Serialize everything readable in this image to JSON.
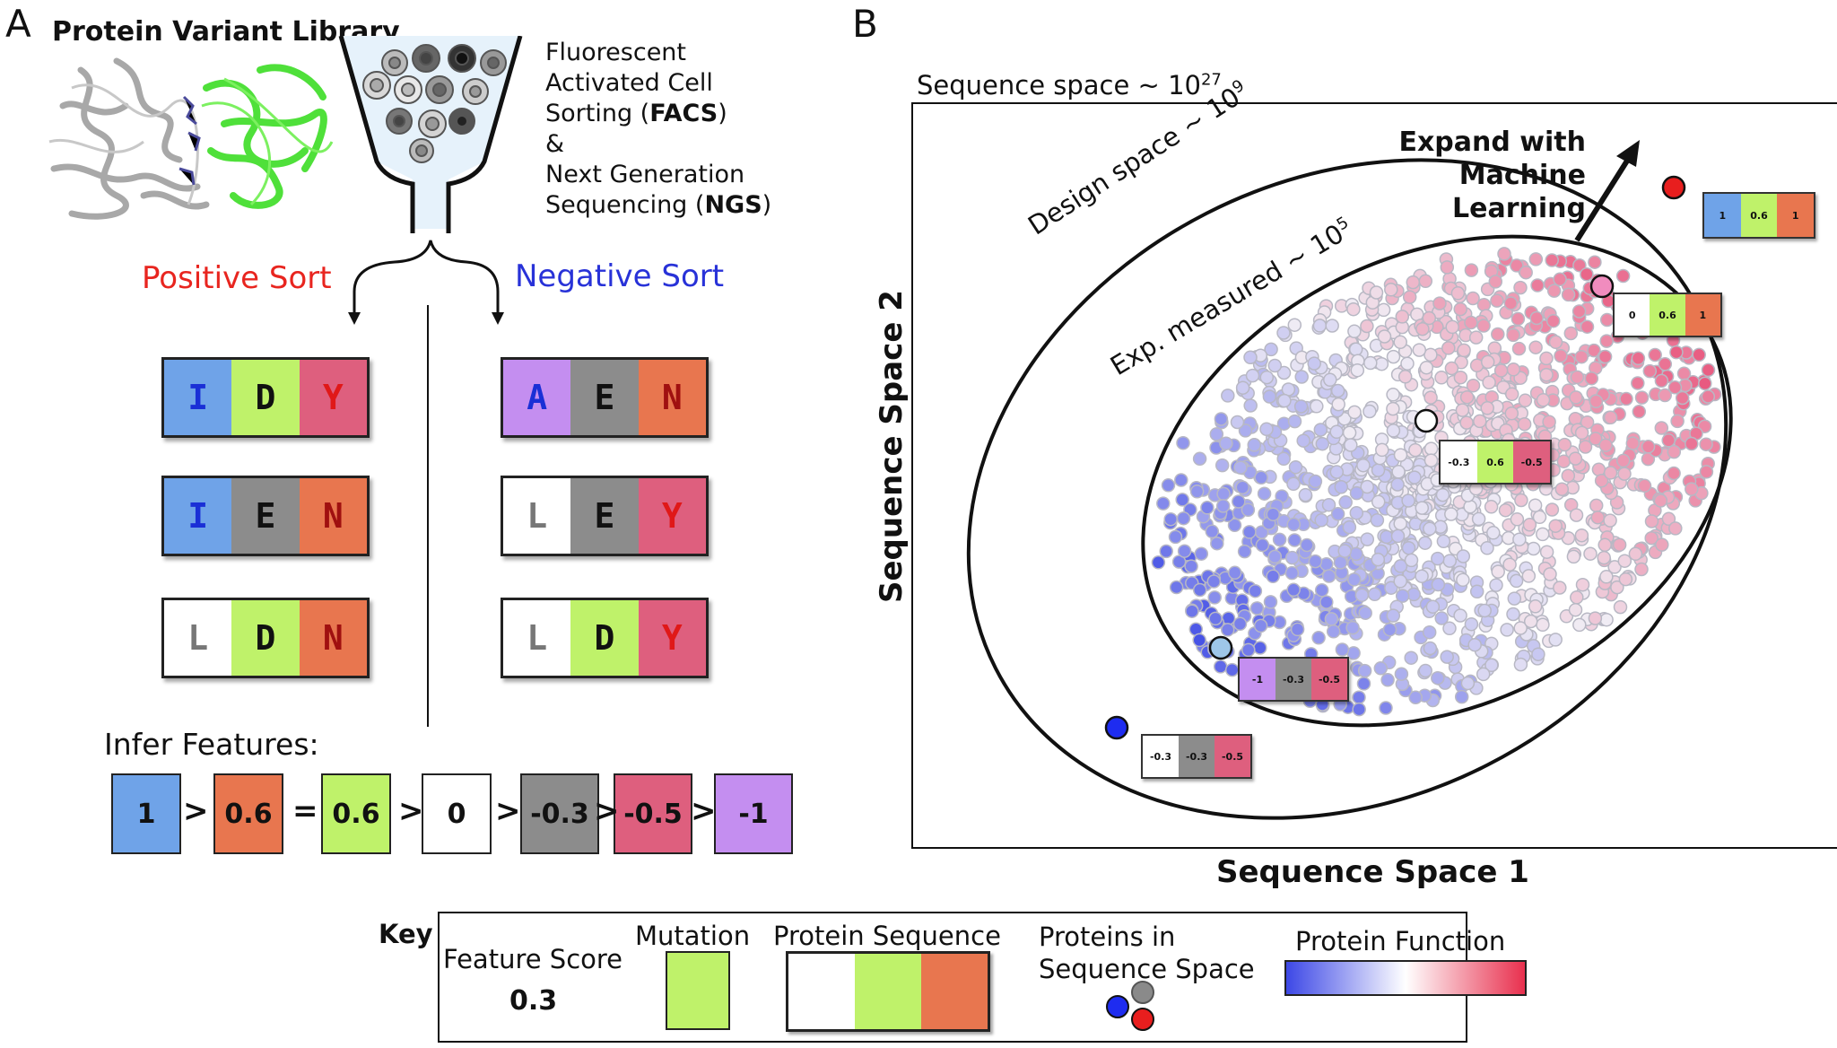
{
  "panel_a": {
    "letter": "A",
    "library_title": "Protein Variant Library",
    "sorting_lines": [
      "Fluorescent",
      "Activated Cell",
      "Sorting (",
      "FACS",
      ")",
      "&",
      "Next Generation",
      "Sequencing (",
      "NGS",
      ")"
    ],
    "positive_sort": "Positive Sort",
    "negative_sort": "Negative Sort",
    "positive_sequences": [
      [
        {
          "letter": "I",
          "bg": "#6fa3e8",
          "fg": "#1a2fd6"
        },
        {
          "letter": "D",
          "bg": "#bff26a",
          "fg": "#111111"
        },
        {
          "letter": "Y",
          "bg": "#de5f7e",
          "fg": "#e01818"
        }
      ],
      [
        {
          "letter": "I",
          "bg": "#6fa3e8",
          "fg": "#1a2fd6"
        },
        {
          "letter": "E",
          "bg": "#8c8c8c",
          "fg": "#111111"
        },
        {
          "letter": "N",
          "bg": "#e8764f",
          "fg": "#a01010"
        }
      ],
      [
        {
          "letter": "L",
          "bg": "#ffffff",
          "fg": "#777777"
        },
        {
          "letter": "D",
          "bg": "#bff26a",
          "fg": "#111111"
        },
        {
          "letter": "N",
          "bg": "#e8764f",
          "fg": "#a01010"
        }
      ]
    ],
    "negative_sequences": [
      [
        {
          "letter": "A",
          "bg": "#c48ef0",
          "fg": "#1a2fd6"
        },
        {
          "letter": "E",
          "bg": "#8c8c8c",
          "fg": "#111111"
        },
        {
          "letter": "N",
          "bg": "#e8764f",
          "fg": "#a01010"
        }
      ],
      [
        {
          "letter": "L",
          "bg": "#ffffff",
          "fg": "#777777"
        },
        {
          "letter": "E",
          "bg": "#8c8c8c",
          "fg": "#111111"
        },
        {
          "letter": "Y",
          "bg": "#de5f7e",
          "fg": "#e01818"
        }
      ],
      [
        {
          "letter": "L",
          "bg": "#ffffff",
          "fg": "#777777"
        },
        {
          "letter": "D",
          "bg": "#bff26a",
          "fg": "#111111"
        },
        {
          "letter": "Y",
          "bg": "#de5f7e",
          "fg": "#e01818"
        }
      ]
    ],
    "infer_label": "Infer Features:",
    "features": [
      {
        "value": "1",
        "bg": "#6fa3e8"
      },
      {
        "value": "0.6",
        "bg": "#e8764f"
      },
      {
        "value": "0.6",
        "bg": "#bff26a"
      },
      {
        "value": "0",
        "bg": "#ffffff"
      },
      {
        "value": "-0.3",
        "bg": "#8c8c8c"
      },
      {
        "value": "-0.5",
        "bg": "#de5f7e"
      },
      {
        "value": "-1",
        "bg": "#c48ef0"
      }
    ],
    "operators": [
      ">",
      "=",
      ">",
      ">",
      ">",
      ">"
    ]
  },
  "panel_b": {
    "letter": "B",
    "sequence_space": "Sequence space ~ 10",
    "sequence_space_exp": "27",
    "design_space": "Design space ~ 10",
    "design_space_exp": "9",
    "measured": "Exp. measured ~ 10",
    "measured_exp": "5",
    "expand_lines": [
      "Expand with",
      "Machine",
      "Learning"
    ],
    "x_axis": "Sequence Space 1",
    "y_axis": "Sequence Space 2",
    "mini_boxes": [
      {
        "values": [
          "1",
          "0.6",
          "1"
        ],
        "colors": [
          "#6fa3e8",
          "#bff26a",
          "#e8764f"
        ]
      },
      {
        "values": [
          "0",
          "0.6",
          "1"
        ],
        "colors": [
          "#ffffff",
          "#bff26a",
          "#e8764f"
        ]
      },
      {
        "values": [
          "-0.3",
          "0.6",
          "-0.5"
        ],
        "colors": [
          "#ffffff",
          "#bff26a",
          "#de5f7e"
        ]
      },
      {
        "values": [
          "-1",
          "-0.3",
          "-0.5"
        ],
        "colors": [
          "#c48ef0",
          "#8c8c8c",
          "#de5f7e"
        ]
      },
      {
        "values": [
          "-0.3",
          "-0.3",
          "-0.5"
        ],
        "colors": [
          "#ffffff",
          "#8c8c8c",
          "#de5f7e"
        ]
      }
    ]
  },
  "key": {
    "title": "Key",
    "feature_score": "Feature Score",
    "feature_score_value": "0.3",
    "mutation": "Mutation",
    "protein_sequence": "Protein Sequence",
    "proteins_in_space_1": "Proteins in",
    "proteins_in_space_2": "Sequence Space",
    "protein_function": "Protein Function",
    "colors": {
      "mutation": "#bff26a",
      "seq": [
        "#ffffff",
        "#bff26a",
        "#e8764f"
      ],
      "gradient": [
        "#3d48e6",
        "#ffffff",
        "#e8304e"
      ]
    }
  }
}
